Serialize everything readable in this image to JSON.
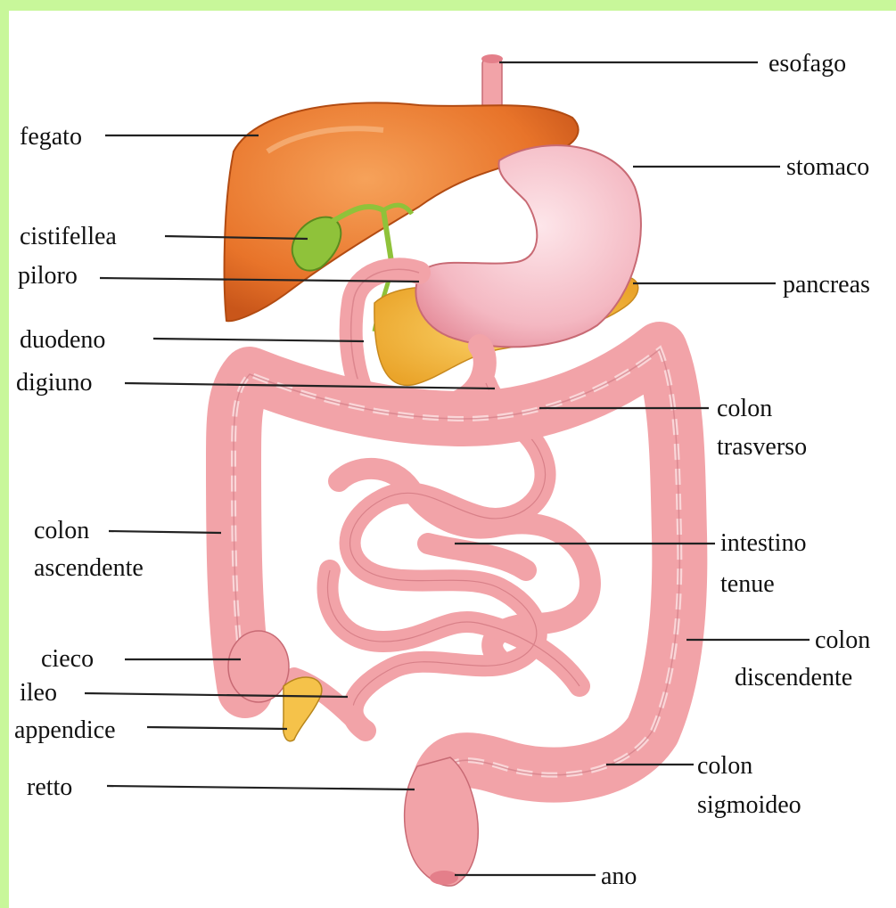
{
  "labels": {
    "esofago": "esofago",
    "fegato": "fegato",
    "stomaco": "stomaco",
    "cistifellea": "cistifellea",
    "piloro": "piloro",
    "pancreas": "pancreas",
    "duodeno": "duodeno",
    "digiuno": "digiuno",
    "colon_trasverso_1": "colon",
    "colon_trasverso_2": "trasverso",
    "colon_ascendente_1": "colon",
    "colon_ascendente_2": "ascendente",
    "intestino_tenue_1": "intestino",
    "intestino_tenue_2": "tenue",
    "cieco": "cieco",
    "ileo": "ileo",
    "appendice": "appendice",
    "colon_discendente_1": "colon",
    "colon_discendente_2": "discendente",
    "retto": "retto",
    "colon_sigmoideo_1": "colon",
    "colon_sigmoideo_2": "sigmoideo",
    "ano": "ano"
  },
  "colors": {
    "frame": "#c8f79a",
    "liver": "#e8742a",
    "gallbladder": "#8fc23a",
    "stomach": "#f4b8c2",
    "pancreas": "#f2b63a",
    "intestine": "#f2a3a8"
  }
}
